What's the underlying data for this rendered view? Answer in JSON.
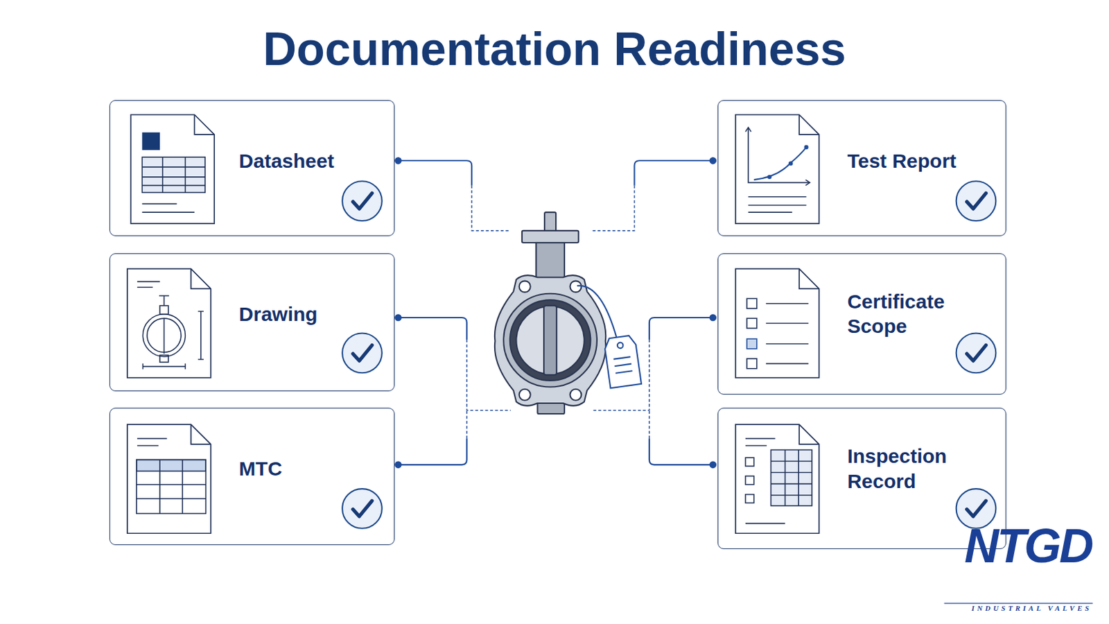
{
  "diagram": {
    "title": "Documentation Readiness",
    "nodes": [
      {
        "text": [
          "Datasheet"
        ]
      },
      {
        "text": [
          "Test Report"
        ]
      },
      {
        "text": [
          "Drawing"
        ]
      },
      {
        "text": [
          "Certificate Scope"
        ]
      },
      {
        "text": [
          "MTC"
        ]
      },
      {
        "text": [
          "Inspection Record"
        ]
      }
    ],
    "labels": [
      "NTGD",
      "INDUSTRIAL VALVES"
    ]
  }
}
